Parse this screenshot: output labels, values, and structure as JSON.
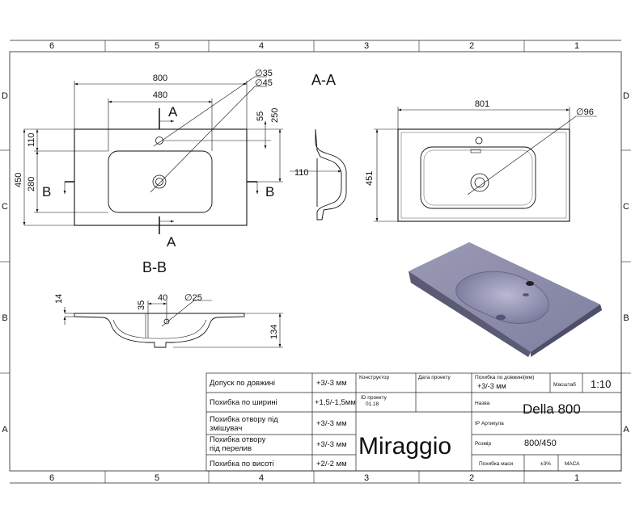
{
  "frame": {
    "columns": [
      "6",
      "5",
      "4",
      "3",
      "2",
      "1"
    ],
    "rows": [
      "D",
      "C",
      "B",
      "A"
    ]
  },
  "views": {
    "section_aa": "A-A",
    "section_bb": "B-B",
    "cut_letters": {
      "a": "A",
      "b": "B"
    }
  },
  "dimensions": {
    "top_width": "800",
    "top_bowl_width": "480",
    "top_hole_35": "∅35",
    "top_hole_45": "∅45",
    "top_55": "55",
    "top_250": "250",
    "top_110": "110",
    "top_450": "450",
    "top_280": "280",
    "side_110": "110",
    "right_width": "801",
    "right_height": "451",
    "right_hole_96": "∅96",
    "bb_14": "14",
    "bb_35": "35",
    "bb_40": "40",
    "bb_hole_25": "∅25",
    "bb_134": "134"
  },
  "title_block": {
    "tolerances": [
      {
        "label": "Допуск по довжині",
        "value": "+3/-3 мм"
      },
      {
        "label": "Похибка по ширині",
        "value": "+1,5/-1,5мм"
      },
      {
        "label": "Похибка отвору під змішувач",
        "value": "+3/-3 мм"
      },
      {
        "label": "Похибка отвору під перелив",
        "value": "+3/-3 мм"
      },
      {
        "label": "Похибка по висоті",
        "value": "+2/-2 мм"
      }
    ],
    "designer_label": "Конструктор",
    "date_label": "Дата проекту",
    "project_id_label": "ID проекту",
    "project_id_value": "01.18",
    "length_tol_label": "Похибка по довжині(мм)",
    "length_tol_value": "+3/-3 мм",
    "scale_label": "Масштаб",
    "scale_value": "1:10",
    "name_label": "Назва",
    "name_value": "Della 800",
    "article_label": "ІР Артикула",
    "size_label": "Розмір",
    "size_value": "800/450",
    "brand": "Miraggio",
    "mass_tol_label": "Похибка маси",
    "mass_tol_value": "±3%",
    "mass_label": "МАСА"
  }
}
